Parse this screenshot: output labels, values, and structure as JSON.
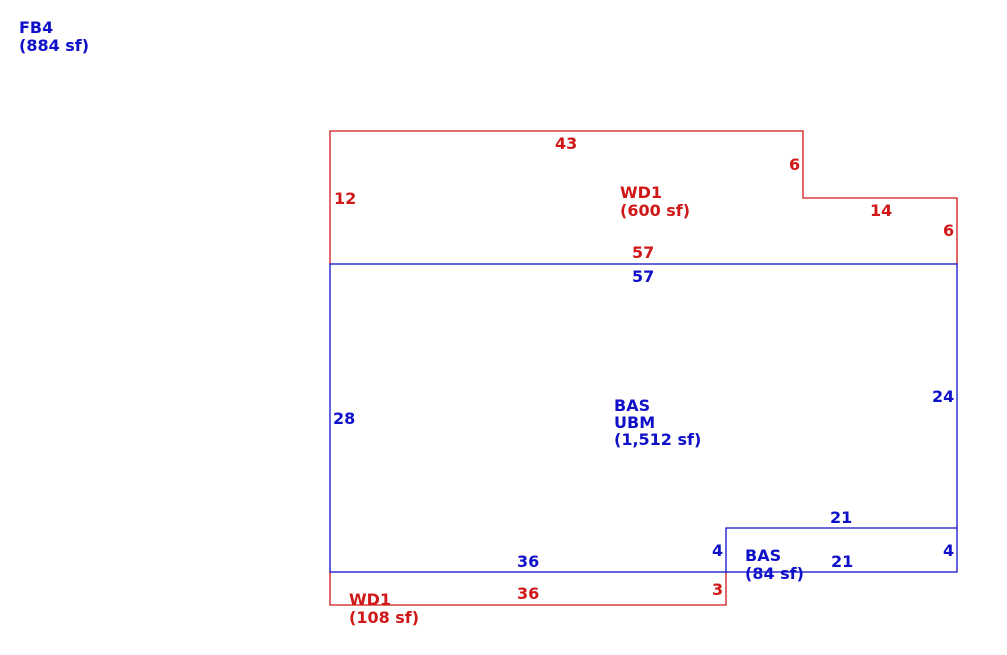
{
  "colors": {
    "blue": "#1010c8",
    "red": "#d01818"
  },
  "header": {
    "code": "FB4",
    "area": "(884 sf)"
  },
  "areas": {
    "wd1_top": {
      "code": "WD1",
      "area": "(600 sf)"
    },
    "bas_main": {
      "code1": "BAS",
      "code2": "UBM",
      "area": "(1,512 sf)"
    },
    "bas_small": {
      "code": "BAS",
      "area": "(84 sf)"
    },
    "wd1_bottom": {
      "code": "WD1",
      "area": "(108 sf)"
    }
  },
  "dimensions": {
    "wd1_top": {
      "top": "43",
      "left": "12",
      "step": "6",
      "step_top": "14",
      "right": "6",
      "bottom": "57"
    },
    "bas_main": {
      "top": "57",
      "left": "28",
      "right": "24",
      "bottom": "36"
    },
    "bas_small": {
      "top": "21",
      "left": "4",
      "right": "4",
      "bottom": "21"
    },
    "wd1_bottom": {
      "top": "36",
      "right": "3"
    }
  }
}
